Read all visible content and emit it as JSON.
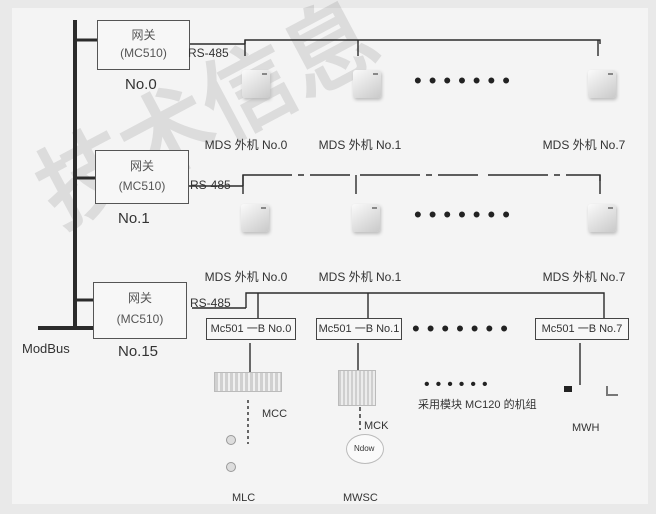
{
  "bus_label": "ModBus",
  "watermark": "技术信息",
  "gateways": [
    {
      "cn": "网关",
      "model": "(MC510)",
      "number": "No.0",
      "link": "RS-485",
      "units": [
        "MDS 外机 No.0",
        "MDS 外机 No.1",
        "MDS 外机 No.7"
      ]
    },
    {
      "cn": "网关",
      "model": "(MC510)",
      "number": "No.1",
      "link": "RS-485",
      "units": [
        "MDS 外机 No.0",
        "MDS 外机 No.1",
        "MDS 外机 No.7"
      ]
    },
    {
      "cn": "网关",
      "model": "(MC510)",
      "number": "No.15",
      "link": "RS-485",
      "controllers": [
        "Mc501 一B No.0",
        "Mc501 一B No.1",
        "Mc501 一B No.7"
      ]
    }
  ],
  "devices": {
    "mcc": "MCC",
    "mck": "MCK",
    "mck_brand": "Ndow",
    "mlc": "MLC",
    "mwsc": "MWSC",
    "mwh": "MWH",
    "module_text": "采用模块 MC120 的机组"
  },
  "colors": {
    "line": "#2b2b2b",
    "panel": "#f4f4f4",
    "background": "#e9e9e9"
  }
}
